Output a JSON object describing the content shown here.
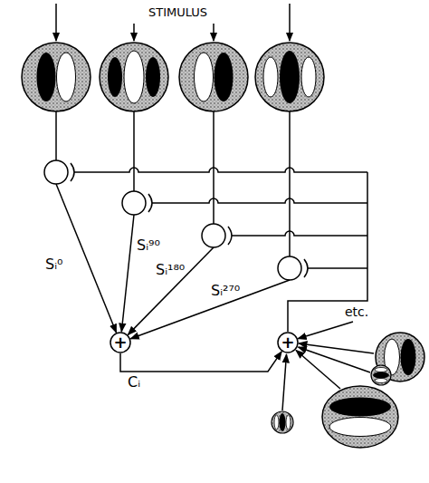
{
  "diagram": {
    "nodes": [
      {
        "text": [
          "+"
        ]
      },
      {
        "text": [
          "+"
        ]
      }
    ],
    "edges": [
      {
        "from": 0,
        "to": 1,
        "arrow": "to",
        "label": "Cᵢ"
      }
    ],
    "labels": [
      "STIMULUS",
      "Sᵢ⁰",
      "Sᵢ⁹⁰",
      "Sᵢ¹⁸⁰",
      "Sᵢ²⁷⁰",
      "etc."
    ]
  }
}
